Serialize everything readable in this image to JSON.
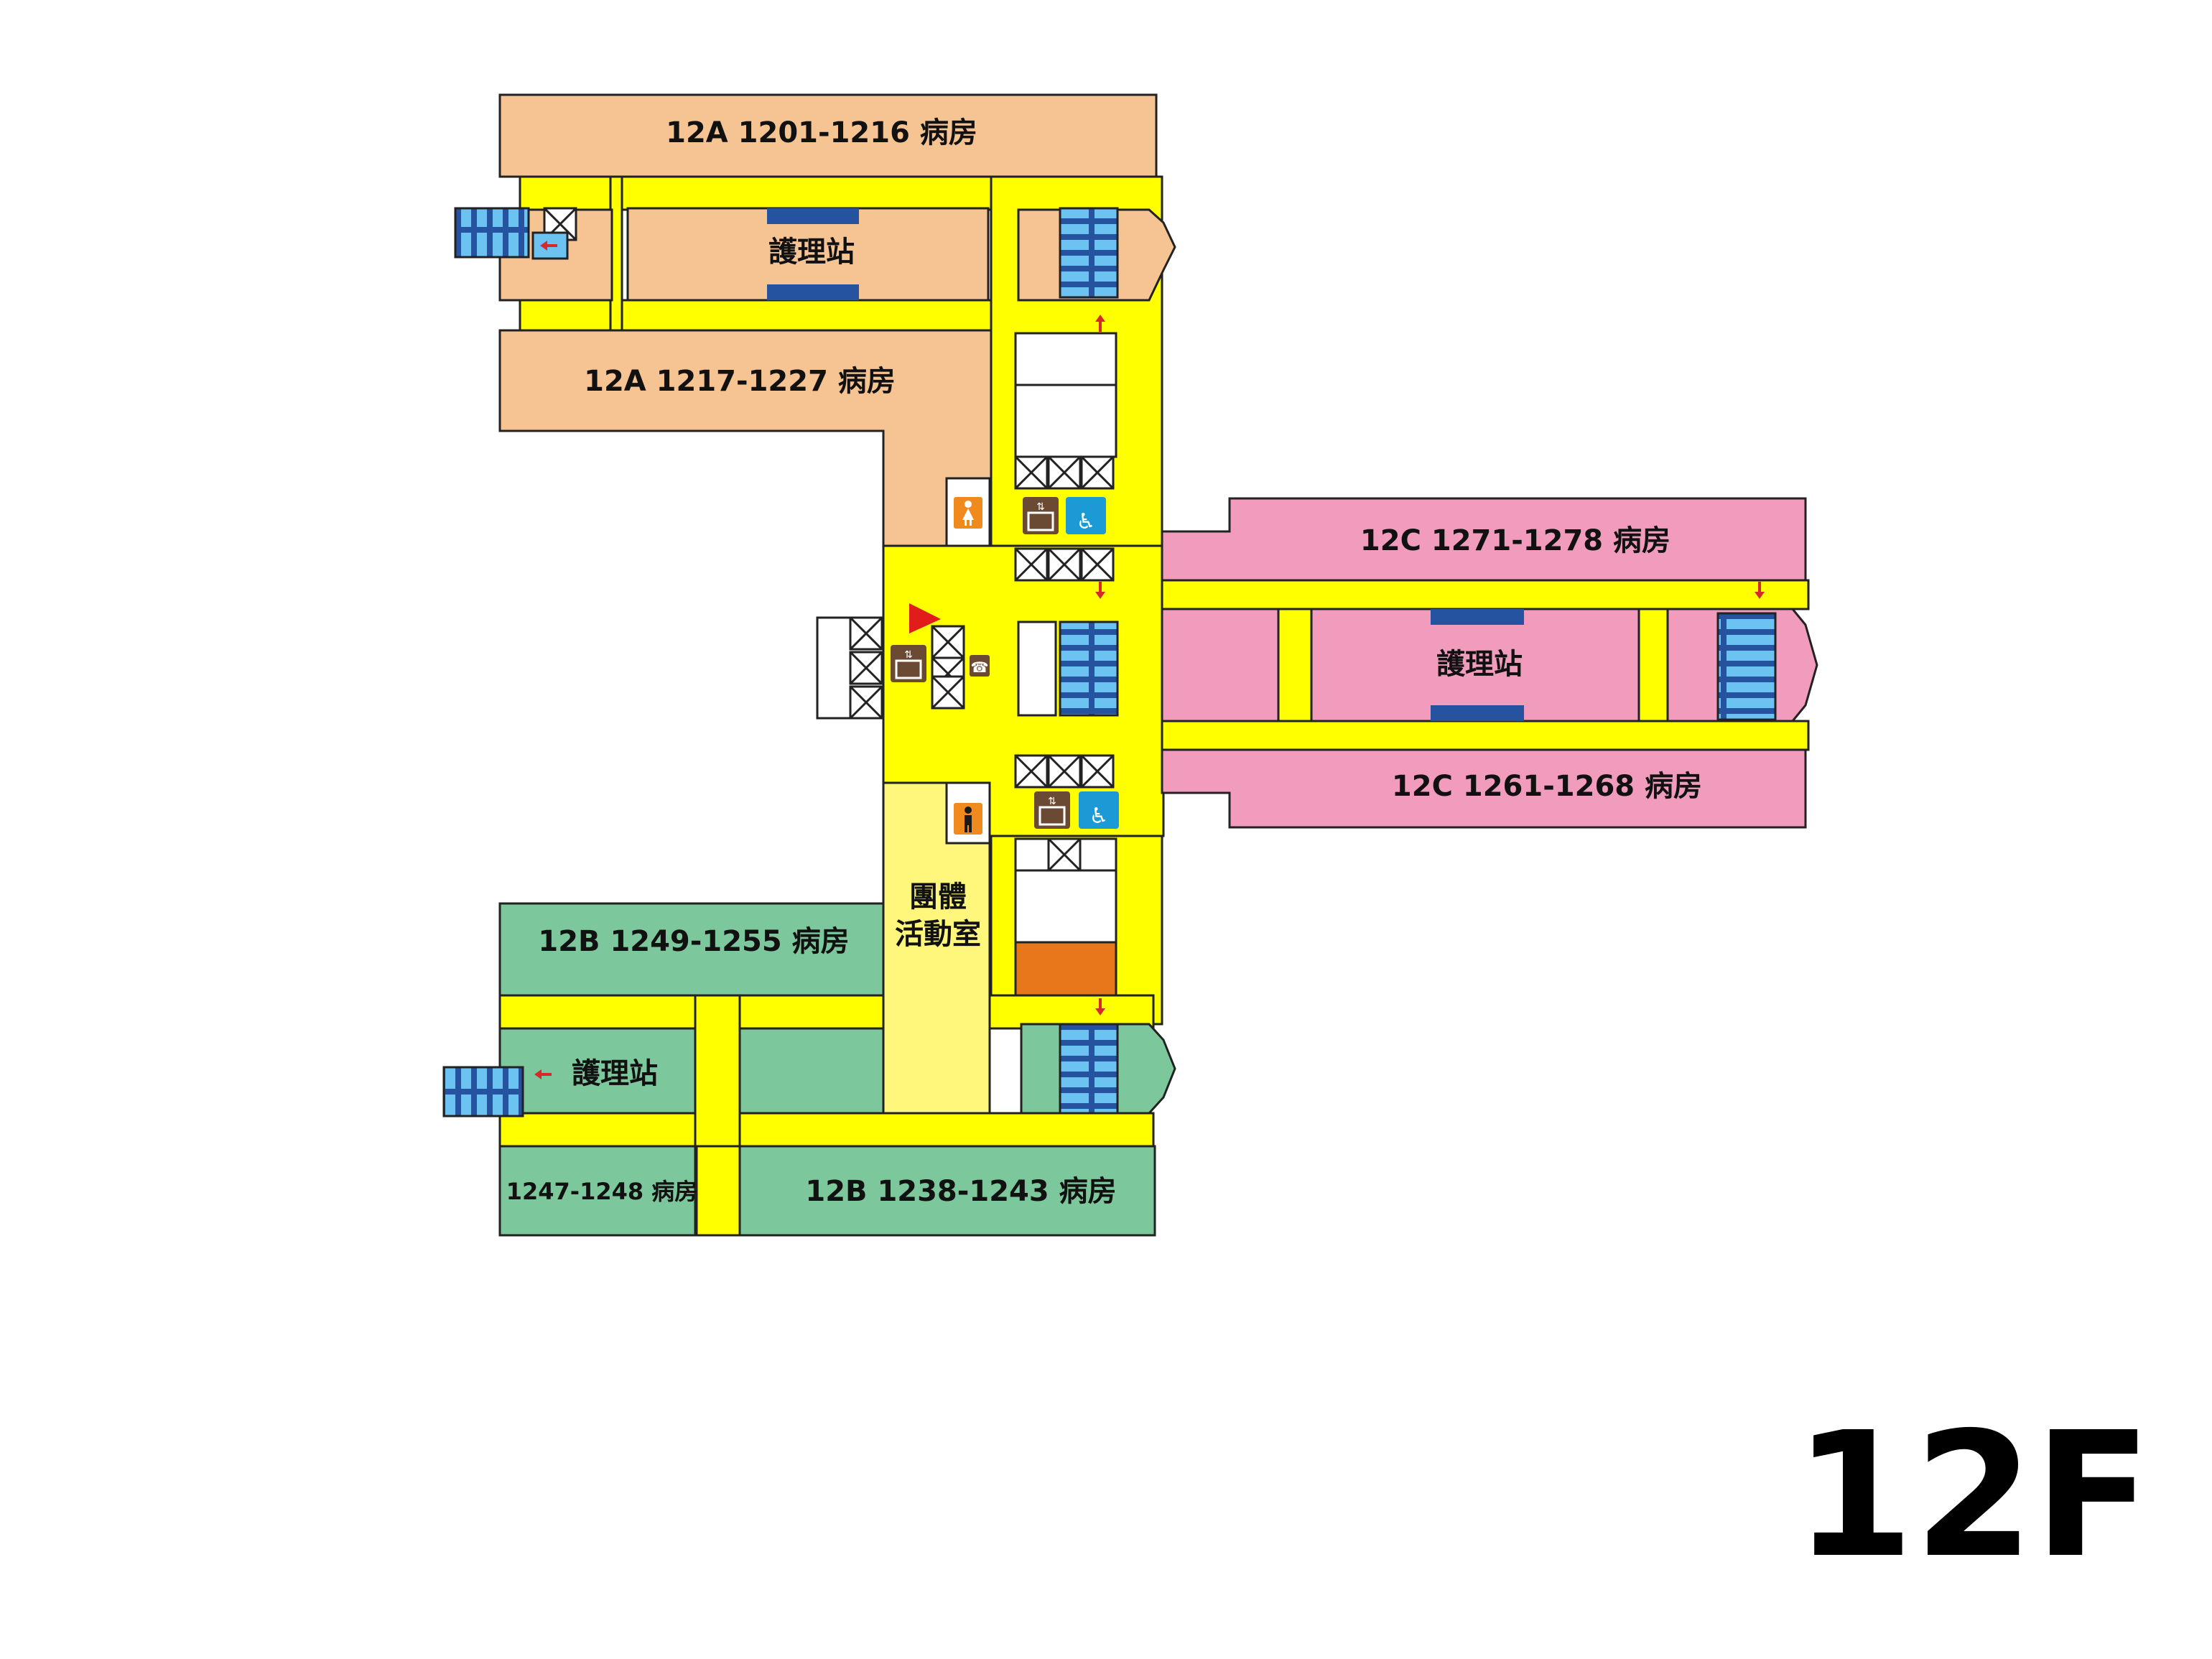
{
  "floor": "12F",
  "colors": {
    "corridor": "#ffff00",
    "ward_12A": "#f6c393",
    "ward_12B": "#7cc79b",
    "ward_12C": "#f19bbd",
    "activity_room": "#fff77c",
    "stair_blue": "#6cc3f2",
    "stair_dark": "#2553a0",
    "arrow_red": "#d62a2a",
    "outline": "#222222"
  },
  "rooms": {
    "a_top": "12A  1201-1216 病房",
    "a_nurse": "護理站",
    "a_mid": "12A  1217-1227 病房",
    "c_top": "12C  1271-1278 病房",
    "c_nurse": "護理站",
    "c_bottom": "12C  1261-1268 病房",
    "b_top": "12B  1249-1255 病房",
    "b_nurse": "護理站",
    "b_left_bottom": "1247-1248 病房",
    "b_bottom": "12B  1238-1243 病房",
    "activity_line1": "團體",
    "activity_line2": "活動室"
  },
  "icons": [
    "women-restroom-icon",
    "men-restroom-icon",
    "elevator-icon",
    "accessible-elevator-icon",
    "telephone-icon",
    "you-are-here-marker-icon",
    "stairs-icon",
    "exit-arrow-icon"
  ]
}
